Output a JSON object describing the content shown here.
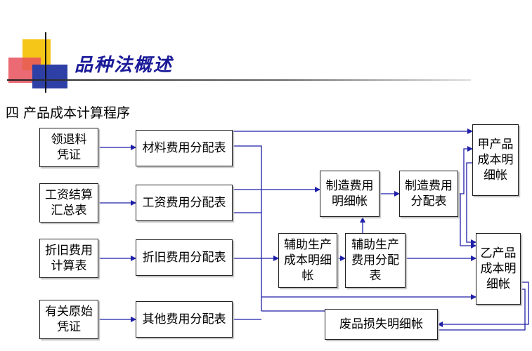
{
  "header": {
    "title": "品种法概述",
    "subtitle": "四  产品成本计算程序"
  },
  "colors": {
    "arrow": "#1f1fa8",
    "title": "#1a1a99",
    "deco_yellow": "#f5c518",
    "deco_red": "#e8505b",
    "deco_blue": "#2e3fa6"
  },
  "diagram": {
    "nodes": {
      "lingtuiliao": "领退料\n凭证",
      "gongzi_jiesuan": "工资结算\n汇总表",
      "zhejiu_jisuan": "折旧费用\n计算表",
      "youguan_yuanshi": "有关原始\n凭证",
      "cailiao_fenpei": "材料费用分配表",
      "gongzi_fenpei": "工资费用分配表",
      "zhejiu_fenpei": "折旧费用分配表",
      "qita_fenpei": "其他费用分配表",
      "zhizao_mingxi": "制造费用\n明细帐",
      "zhizao_fenpei": "制造费用\n分配表",
      "fuzhu_mingxi": "辅助生产\n成本明细\n帐",
      "fuzhu_fenpei": "辅助生产\n费用分配\n表",
      "jia_chanpin": "甲产品\n成本明\n细帐",
      "yi_chanpin": "乙产品\n成本明\n细帐",
      "feipin": "废品损失明细帐"
    }
  }
}
